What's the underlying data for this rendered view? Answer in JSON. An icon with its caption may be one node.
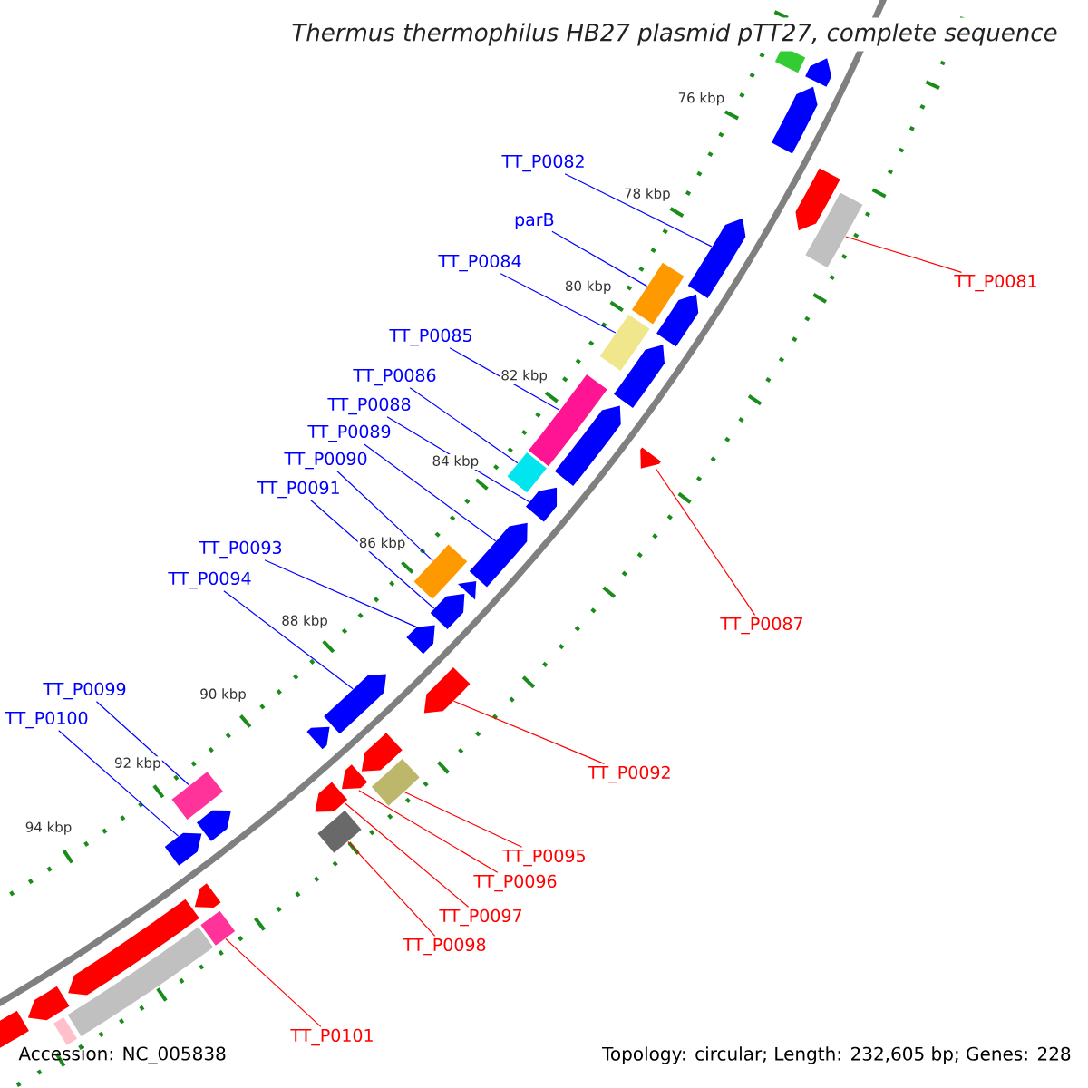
{
  "diagram": {
    "title": "Thermus thermophilus HB27 plasmid pTT27, complete sequence",
    "nodes": [
      {
        "text": [
          "TT_P0082"
        ]
      },
      {
        "text": [
          "parB"
        ]
      },
      {
        "text": [
          "TT_P0084"
        ]
      },
      {
        "text": [
          "TT_P0085"
        ]
      },
      {
        "text": [
          "TT_P0086"
        ]
      },
      {
        "text": [
          "TT_P0088"
        ]
      },
      {
        "text": [
          "TT_P0089"
        ]
      },
      {
        "text": [
          "TT_P0090"
        ]
      },
      {
        "text": [
          "TT_P0091"
        ]
      },
      {
        "text": [
          "TT_P0093"
        ]
      },
      {
        "text": [
          "TT_P0094"
        ]
      },
      {
        "text": [
          "TT_P0099"
        ]
      },
      {
        "text": [
          "TT_P0100"
        ]
      },
      {
        "text": [
          "TT_P0081"
        ]
      },
      {
        "text": [
          "TT_P0087"
        ]
      },
      {
        "text": [
          "TT_P0092"
        ]
      },
      {
        "text": [
          "TT_P0095"
        ]
      },
      {
        "text": [
          "TT_P0096"
        ]
      },
      {
        "text": [
          "TT_P0097"
        ]
      },
      {
        "text": [
          "TT_P0098"
        ]
      },
      {
        "text": [
          "TT_P0101"
        ]
      },
      {
        "text": [],
        "shape": "pentagon"
      },
      {
        "text": [],
        "shape": "pentagon"
      },
      {
        "text": [],
        "shape": "pentagon"
      },
      {
        "text": [],
        "shape": "pentagon"
      },
      {
        "text": [],
        "shape": "pentagon"
      },
      {
        "text": [],
        "shape": "pentagon"
      },
      {
        "text": [],
        "shape": "pentagon"
      },
      {
        "text": [],
        "shape": "pentagon"
      },
      {
        "text": [],
        "shape": "pentagon"
      },
      {
        "text": [],
        "shape": "pentagon"
      },
      {
        "text": [],
        "shape": "pentagon"
      },
      {
        "text": [],
        "shape": "pentagon"
      },
      {
        "text": [],
        "shape": "pentagon"
      },
      {
        "text": [],
        "shape": "pentagon"
      },
      {
        "text": [],
        "shape": "pentagon"
      },
      {
        "text": [],
        "shape": "pentagon"
      },
      {
        "text": [],
        "shape": "pentagon"
      },
      {
        "text": [],
        "shape": "pentagon"
      },
      {
        "text": [],
        "shape": "pentagon"
      },
      {
        "text": [],
        "shape": "pentagon"
      },
      {
        "text": [],
        "shape": "pentagon"
      },
      {
        "text": [],
        "shape": "pentagon"
      },
      {
        "text": [],
        "shape": "pentagon"
      },
      {
        "text": [],
        "shape": "pentagon"
      },
      {
        "text": [],
        "shape": "pentagon"
      },
      {
        "text": [],
        "shape": "bar"
      },
      {
        "text": [],
        "shape": "bar"
      },
      {
        "text": [],
        "shape": "bar"
      },
      {
        "text": [],
        "shape": "bar"
      },
      {
        "text": [],
        "shape": "bar"
      },
      {
        "text": [],
        "shape": "bar"
      },
      {
        "text": [],
        "shape": "bar"
      },
      {
        "text": [],
        "shape": "bar"
      },
      {
        "text": [],
        "shape": "bar"
      },
      {
        "text": [],
        "shape": "bar"
      },
      {
        "text": [],
        "shape": "bar"
      },
      {
        "text": [],
        "shape": "bar"
      },
      {
        "text": [],
        "shape": "bar"
      }
    ],
    "edges": [
      {
        "from": 0,
        "to": 23,
        "arrow": "none"
      },
      {
        "from": 1,
        "to": 47,
        "arrow": "none"
      },
      {
        "from": 2,
        "to": 48,
        "arrow": "none"
      },
      {
        "from": 3,
        "to": 49,
        "arrow": "none"
      },
      {
        "from": 4,
        "to": 50,
        "arrow": "none"
      },
      {
        "from": 5,
        "to": 27,
        "arrow": "none"
      },
      {
        "from": 6,
        "to": 28,
        "arrow": "none"
      },
      {
        "from": 7,
        "to": 51,
        "arrow": "none"
      },
      {
        "from": 8,
        "to": 30,
        "arrow": "none"
      },
      {
        "from": 9,
        "to": 31,
        "arrow": "none"
      },
      {
        "from": 10,
        "to": 32,
        "arrow": "none"
      },
      {
        "from": 11,
        "to": 52,
        "arrow": "none"
      },
      {
        "from": 12,
        "to": 35,
        "arrow": "none"
      },
      {
        "from": 13,
        "to": 53,
        "arrow": "none",
        "color": "#ff0000"
      },
      {
        "from": 14,
        "to": 37,
        "arrow": "none",
        "color": "#ff0000"
      },
      {
        "from": 15,
        "to": 38,
        "arrow": "none",
        "color": "#ff0000"
      },
      {
        "from": 16,
        "to": 54,
        "arrow": "none",
        "color": "#ff0000"
      },
      {
        "from": 17,
        "to": 40,
        "arrow": "none",
        "color": "#ff0000"
      },
      {
        "from": 18,
        "to": 41,
        "arrow": "none",
        "color": "#ff0000"
      },
      {
        "from": 19,
        "to": 55,
        "arrow": "none",
        "color": "#ff0000"
      },
      {
        "from": 20,
        "to": 56,
        "arrow": "none",
        "color": "#ff0000"
      }
    ],
    "labels": [
      "76 kbp",
      "78 kbp",
      "80 kbp",
      "82 kbp",
      "84 kbp",
      "86 kbp",
      "88 kbp",
      "90 kbp",
      "92 kbp",
      "94 kbp",
      "Accession: NC_005838",
      "Topology: circular; Length: 232,605 bp; Genes: 228"
    ]
  }
}
